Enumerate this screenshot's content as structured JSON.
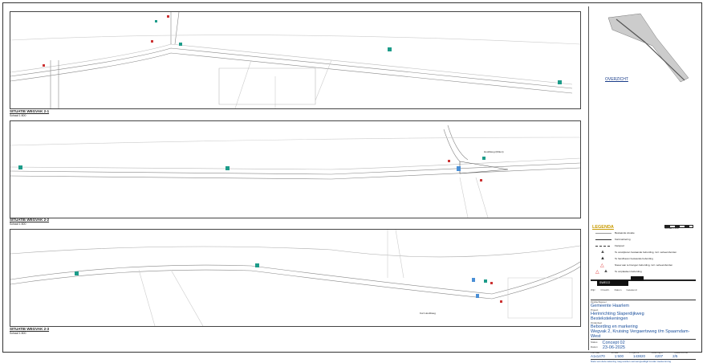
{
  "panels": [
    {
      "label": "SITUATIE WEGVAK 2-1",
      "scale": "Schaal 1:500"
    },
    {
      "label": "SITUATIE WEGVAK 2-2",
      "scale": "Schaal 1:500"
    },
    {
      "label": "SITUATIE WEGVAK 2-3",
      "scale": "Schaal 1:500"
    }
  ],
  "annotations": {
    "panel2_label": "Hoofdweg (Molen)",
    "panel3_label": "Kort Hoofdweg"
  },
  "overview": {
    "label": "OVERZICHT"
  },
  "legend": {
    "title": "LEGENDA",
    "items": [
      "Bestaande situatie",
      "Kantmarkering",
      "Fietspad",
      "Te verwijderen bestaande bebording, incl. verkeersborden",
      "Te handhaven bestaande bebording",
      "Nieuw aan te brengen bebording, incl. verkeersborden",
      "Te verplaatsen bebording"
    ],
    "scalebar": "Schaal 1:500"
  },
  "title_block": {
    "logo": "SWECO",
    "rev_headers": [
      "Wijz.",
      "Omschr.",
      "Datum",
      "Getekend"
    ],
    "client_label": "Opdrachtgever",
    "client": "Gemeente Haarlem",
    "project_label": "Project",
    "project": "Herinrichting Slaperdijkweg",
    "project_sub": "Bestekstekeningen",
    "part_label": "Onderdeel",
    "part": "Bebording en markering",
    "part_sub": "Wegvak 2, Kruising Vergaertsweg t/m Spaarndam-West",
    "status_label": "Status",
    "status": "Concept 02",
    "date_label": "Datum",
    "date": "23-06-2025",
    "format_label": "Formaat",
    "format": "A1x1470",
    "scale_label": "Schaal",
    "scale": "1:500",
    "projectnr_label": "Projectnr.",
    "projectnr": "143820",
    "drawingnr_label": "Tekeningnr.",
    "drawingnr": "4207",
    "sheet_label": "Bladnummer",
    "sheet": "2/5",
    "footer": "Niets van deze tekening mag worden vermenigvuldigd zonder toestemming"
  }
}
